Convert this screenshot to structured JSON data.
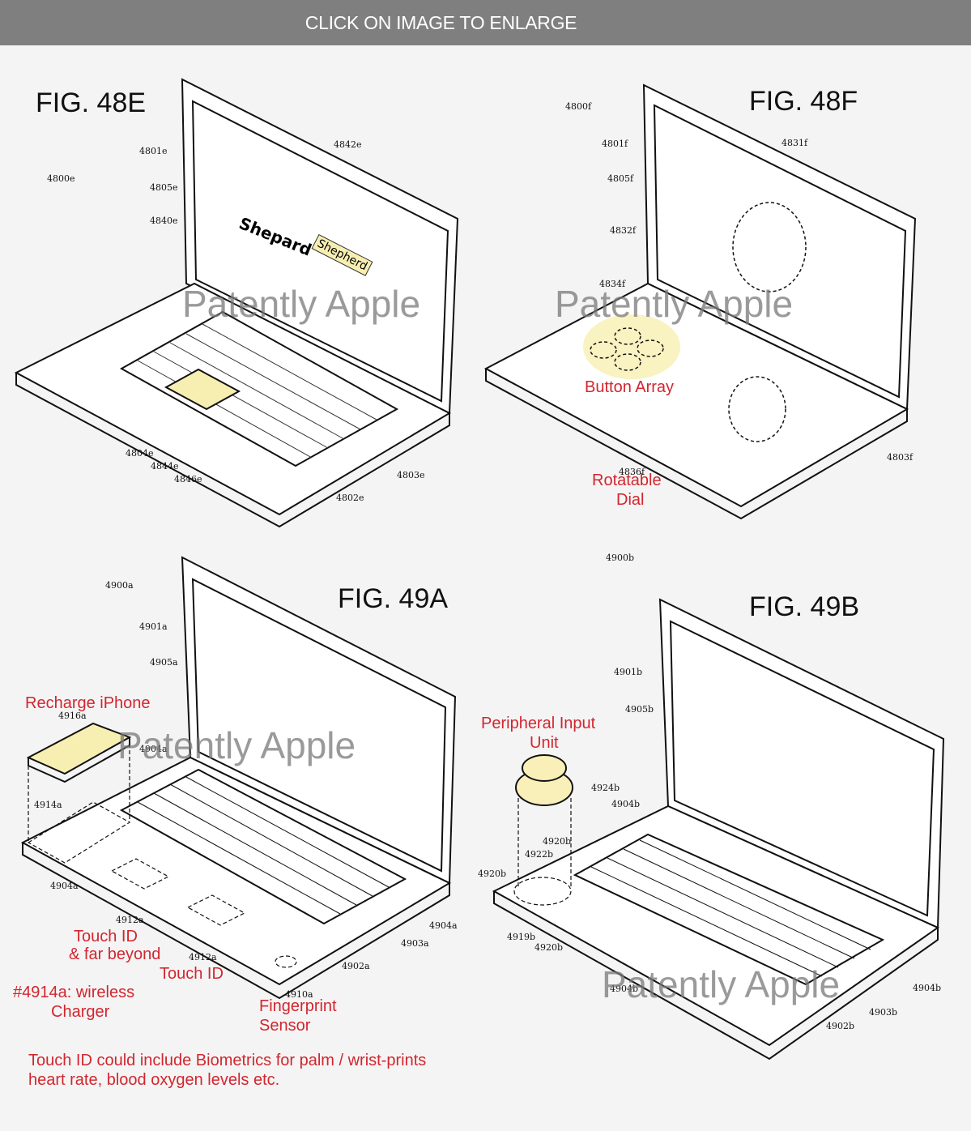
{
  "banner": {
    "label": "CLICK ON IMAGE TO ENLARGE"
  },
  "watermark": "Patently Apple",
  "fig48e": {
    "title": "FIG. 48E",
    "refs": [
      "4800e",
      "4801e",
      "4805e",
      "4840e",
      "4842e",
      "4804e",
      "4844e",
      "4846e",
      "4802e",
      "4803e"
    ],
    "screen_word": "Shepard",
    "suggestion": "Shepherd"
  },
  "fig48f": {
    "title": "FIG. 48F",
    "refs": [
      "4800f",
      "4801f",
      "4805f",
      "4831f",
      "4832f",
      "4834f",
      "4836f",
      "4803f"
    ],
    "notes": [
      "Button Array",
      "Rotatable",
      "Dial"
    ]
  },
  "fig49a": {
    "title": "FIG. 49A",
    "refs": [
      "4900a",
      "4901a",
      "4905a",
      "4916a",
      "4904a",
      "4914a",
      "4904a",
      "4912a",
      "4912a",
      "4910a",
      "4902a",
      "4903a",
      "4904a"
    ],
    "notes": [
      "Recharge iPhone",
      "Touch ID",
      "& far beyond",
      "Touch ID",
      "#4914a: wireless",
      "Charger",
      "Fingerprint",
      "Sensor"
    ]
  },
  "fig49b": {
    "title": "FIG. 49B",
    "refs": [
      "4900b",
      "4901b",
      "4905b",
      "4924b",
      "4904b",
      "4920b",
      "4922b",
      "4920b",
      "4919b",
      "4920b",
      "4904b",
      "4904b",
      "4903b",
      "4902b"
    ],
    "notes": [
      "Peripheral Input",
      "Unit"
    ]
  },
  "footer_note": [
    "Touch ID could include Biometrics for palm / wrist-prints",
    "heart rate, blood oxygen levels etc."
  ],
  "colors": {
    "banner": "#7f7f7f",
    "annotation": "#d2262f",
    "highlight": "#f7efb2"
  }
}
